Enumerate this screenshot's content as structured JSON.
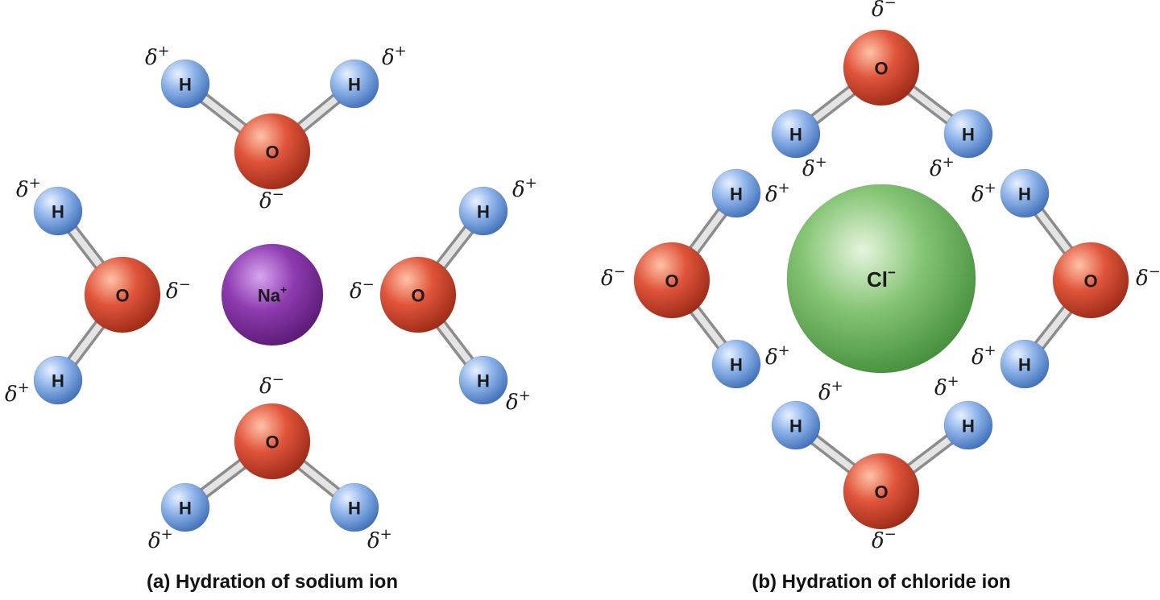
{
  "colors": {
    "hydrogen": "#6f9fe0",
    "oxygen": "#d9503a",
    "sodium": "#8e44ad",
    "chloride": "#74b865",
    "bond": "#bdbdbd"
  },
  "labels": {
    "hydrogen": "H",
    "oxygen": "O",
    "sodium": "Na",
    "sodium_charge": "+",
    "chloride": "Cl",
    "chloride_charge": "−",
    "delta": "δ",
    "plus": "+",
    "minus": "−"
  },
  "panel_a": {
    "caption": "(a) Hydration of sodium ion"
  },
  "panel_b": {
    "caption": "(b) Hydration of chloride ion"
  }
}
